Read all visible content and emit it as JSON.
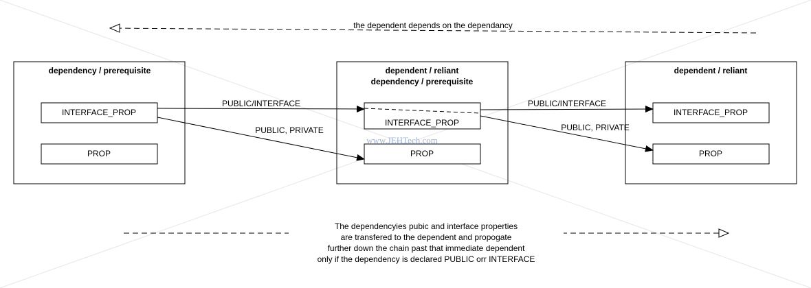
{
  "top_note": "the dependent depends on the dependancy",
  "boxes": [
    {
      "titles": [
        "dependency  / prerequisite"
      ],
      "inner": [
        "INTERFACE_PROP",
        "PROP"
      ]
    },
    {
      "titles": [
        "dependent / reliant",
        "dependency  / prerequisite"
      ],
      "inner": [
        "INTERFACE_PROP",
        "PROP"
      ]
    },
    {
      "titles": [
        "dependent / reliant"
      ],
      "inner": [
        "INTERFACE_PROP",
        "PROP"
      ]
    }
  ],
  "edges": [
    {
      "label": "PUBLIC/INTERFACE"
    },
    {
      "label": "PUBLIC, PRIVATE"
    },
    {
      "label": "PUBLIC/INTERFACE"
    },
    {
      "label": "PUBLIC, PRIVATE"
    }
  ],
  "watermark": "www.JEHTech.com",
  "bottom_note": [
    "The dependencyies pubic and interface properties",
    "are transfered to the dependent and propogate",
    "further down the chain past that immediate dependent",
    "only if the dependency is declared PUBLIC orr INTERFACE"
  ],
  "colors": {
    "line": "#000000",
    "watermark": "#9fb5d6",
    "diagonal": "#e6e6e6"
  }
}
